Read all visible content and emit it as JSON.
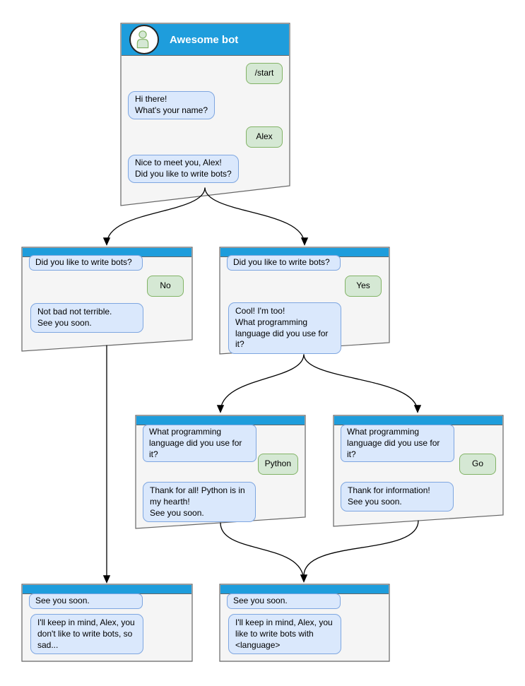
{
  "colors": {
    "header_blue": "#1E9DDC",
    "window_bg": "#F5F5F5",
    "window_border": "#666666",
    "bubble_blue_fill": "#DAE8FC",
    "bubble_blue_border": "#7EA6E0",
    "bubble_green_fill": "#D5E8D4",
    "bubble_green_border": "#82B366",
    "arrow": "#000000",
    "avatar_icon": "person-icon"
  },
  "windows": {
    "main": {
      "title": "Awesome bot",
      "user_command": "/start",
      "bot_greeting": "Hi there!\nWhat's your name?",
      "user_name": "Alex",
      "bot_question": "Nice to meet you, Alex!\nDid you like to write bots?"
    },
    "branch_no": {
      "context": "Did you like to write bots?",
      "user_answer": "No",
      "bot_reply": "Not bad not terrible.\nSee you soon."
    },
    "branch_yes": {
      "context": "Did you like to write bots?",
      "user_answer": "Yes",
      "bot_reply": "Cool! I'm too!\nWhat programming\nlanguage did you use for it?"
    },
    "branch_python": {
      "context": "What programming\nlanguage did you use for it?",
      "user_answer": "Python",
      "bot_reply": "Thank for all! Python is in\nmy hearth!\nSee you soon."
    },
    "branch_go": {
      "context": "What programming\nlanguage did you use for it?",
      "user_answer": "Go",
      "bot_reply": "Thank for information!\nSee you soon."
    },
    "end_no": {
      "context": "See you soon.",
      "bot_reply": "I'll keep in mind, Alex, you\ndon't like to write bots, so\nsad..."
    },
    "end_yes": {
      "context": "See you soon.",
      "bot_reply": "I'll keep in mind, Alex, you\nlike to write bots with\n<language>"
    }
  },
  "connections": [
    {
      "from": "main",
      "to": "branch_no"
    },
    {
      "from": "main",
      "to": "branch_yes"
    },
    {
      "from": "branch_no",
      "to": "end_no"
    },
    {
      "from": "branch_yes",
      "to": "branch_python"
    },
    {
      "from": "branch_yes",
      "to": "branch_go"
    },
    {
      "from": "branch_python",
      "to": "end_yes"
    },
    {
      "from": "branch_go",
      "to": "end_yes"
    }
  ]
}
